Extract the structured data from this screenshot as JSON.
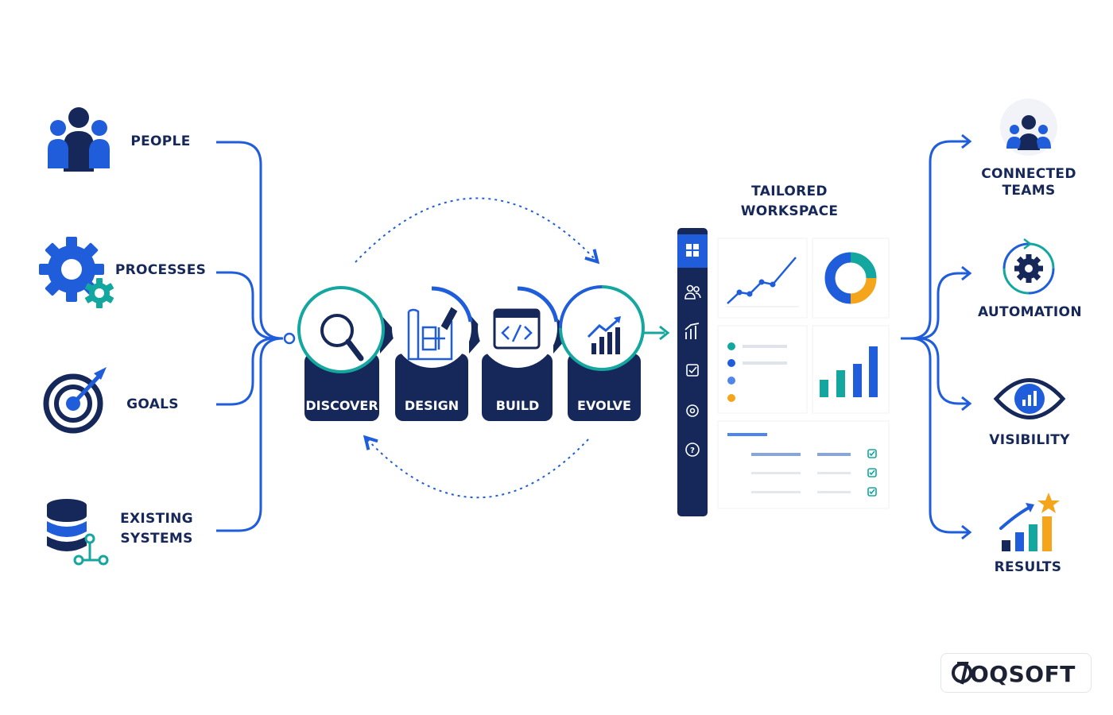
{
  "inputs": [
    {
      "label": "PEOPLE",
      "icon": "people-icon"
    },
    {
      "label": "PROCESSES",
      "icon": "gears-icon"
    },
    {
      "label": "GOALS",
      "icon": "target-icon"
    },
    {
      "label_line1": "EXISTING",
      "label_line2": "SYSTEMS",
      "icon": "database-icon"
    }
  ],
  "steps": [
    {
      "label": "DISCOVER",
      "icon": "magnifier-icon"
    },
    {
      "label": "DESIGN",
      "icon": "blueprint-icon"
    },
    {
      "label": "BUILD",
      "icon": "code-window-icon"
    },
    {
      "label": "EVOLVE",
      "icon": "growth-chart-icon"
    }
  ],
  "workspace": {
    "title_line1": "TAILORED",
    "title_line2": "WORKSPACE",
    "sidebar_icons": [
      "grid-icon",
      "users-icon",
      "chart-icon",
      "checkbox-icon",
      "settings-icon",
      "help-icon"
    ]
  },
  "outputs": [
    {
      "label_line1": "CONNECTED",
      "label_line2": "TEAMS",
      "icon": "team-icon"
    },
    {
      "label": "AUTOMATION",
      "icon": "automation-icon"
    },
    {
      "label": "VISIBILITY",
      "icon": "eye-icon"
    },
    {
      "label": "RESULTS",
      "icon": "results-icon"
    }
  ],
  "logo": {
    "text": "OQSOFT"
  },
  "colors": {
    "navy": "#16285a",
    "blue": "#1f5ddb",
    "teal": "#14a7a0",
    "orange": "#f5a51c"
  }
}
